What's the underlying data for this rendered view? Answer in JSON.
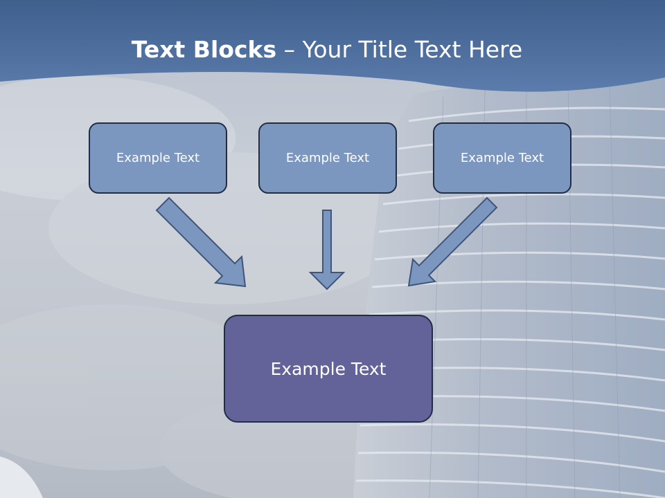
{
  "title": {
    "bold": "Text Blocks",
    "separator": " – ",
    "rest": "Your Title Text Here"
  },
  "blocks": {
    "top": [
      {
        "label": "Example Text"
      },
      {
        "label": "Example Text"
      },
      {
        "label": "Example Text"
      }
    ],
    "bottom": {
      "label": "Example Text"
    }
  },
  "colors": {
    "header": "#4e6e9e",
    "small_box": "#7b97c0",
    "main_box": "#636399",
    "arrow_fill": "#7b97c0",
    "border": "#1f2d45"
  }
}
